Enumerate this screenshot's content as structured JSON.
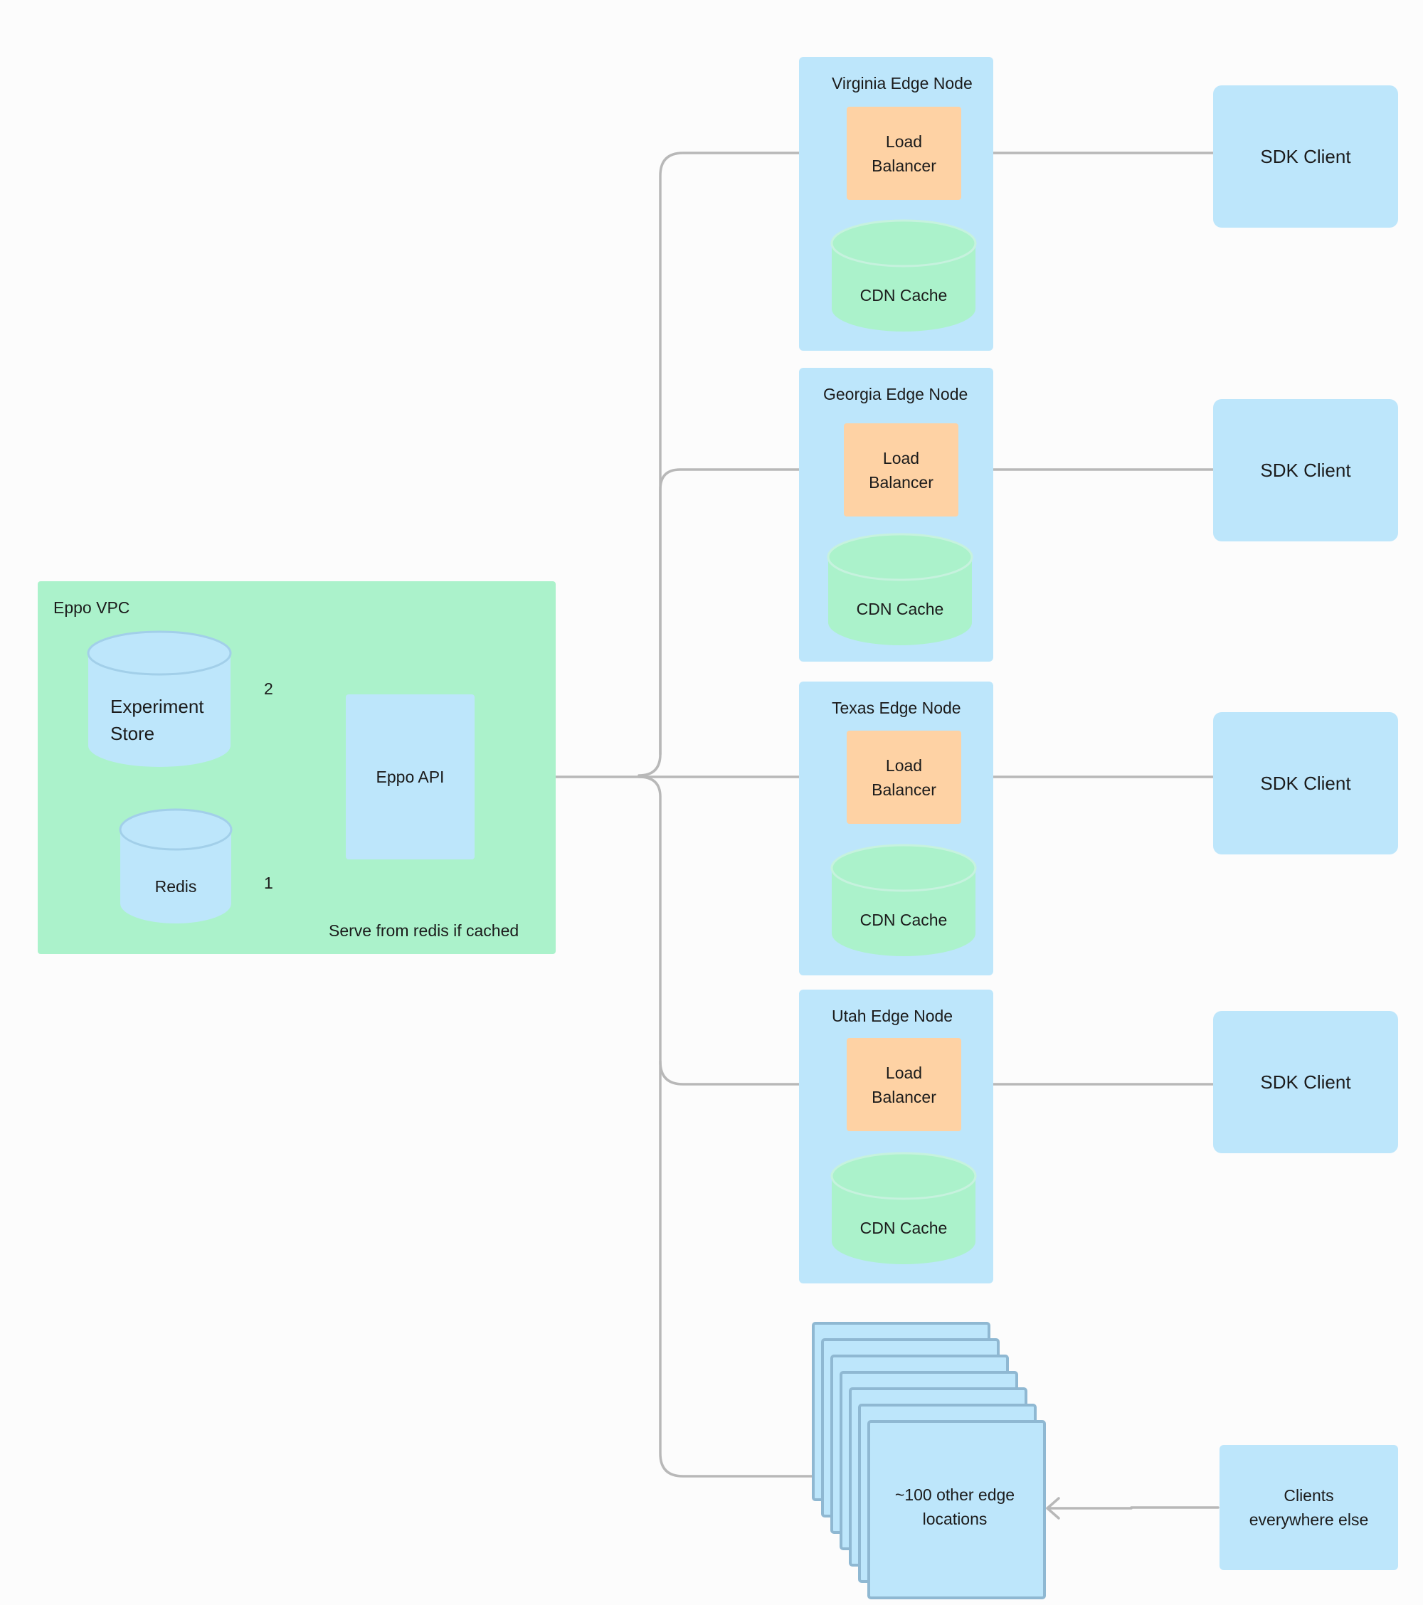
{
  "vpc": {
    "title": "Eppo VPC",
    "experiment_store": "Experiment\nStore",
    "redis": "Redis",
    "api": "Eppo API",
    "note": "Serve from redis if cached",
    "step_1": "1",
    "step_2": "2"
  },
  "edge_nodes": [
    {
      "title": "Virginia Edge Node",
      "lb": "Load\nBalancer",
      "cache": "CDN Cache",
      "client": "SDK Client"
    },
    {
      "title": "Georgia Edge Node",
      "lb": "Load\nBalancer",
      "cache": "CDN Cache",
      "client": "SDK Client"
    },
    {
      "title": "Texas Edge Node",
      "lb": "Load\nBalancer",
      "cache": "CDN Cache",
      "client": "SDK Client"
    },
    {
      "title": "Utah Edge Node",
      "lb": "Load\nBalancer",
      "cache": "CDN Cache",
      "client": "SDK Client"
    }
  ],
  "other_locations": {
    "label": "~100 other edge\nlocations",
    "clients": "Clients\neverywhere else"
  },
  "colors": {
    "vpc_green": "#abf2cb",
    "edge_blue": "#bde6fb",
    "lb_orange": "#fed2a4",
    "connector_gray": "#b8b8b8"
  }
}
